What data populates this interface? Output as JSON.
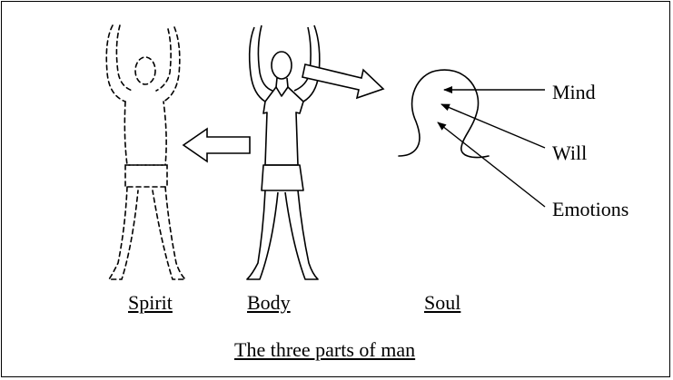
{
  "figure": {
    "labels": {
      "spirit": "Spirit",
      "body": "Body",
      "soul": "Soul",
      "mind": "Mind",
      "will": "Will",
      "emotions": "Emotions"
    },
    "caption": "The three parts of man"
  },
  "colors": {
    "line": "#000000",
    "background": "#ffffff"
  }
}
